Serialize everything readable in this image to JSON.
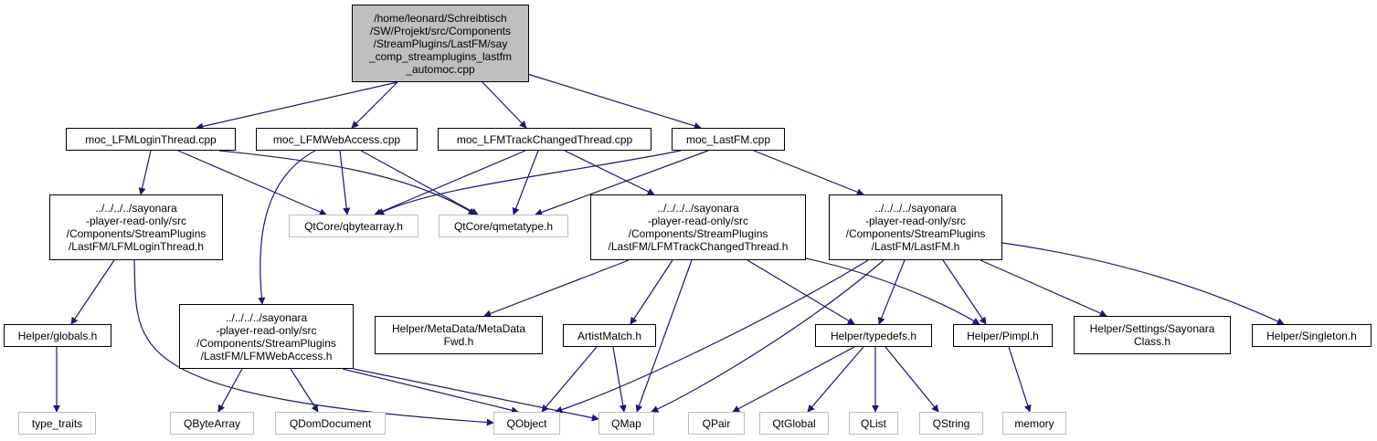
{
  "graph": {
    "colors": {
      "edge": "#191970",
      "node_border": "#000000",
      "external_border": "#bfbfbf",
      "root_fill": "#bfbfbf"
    },
    "nodes": {
      "root": "/home/leonard/Schreibtisch\n/SW/Projekt/src/Components\n/StreamPlugins/LastFM/say\n_comp_streamplugins_lastfm\n_automoc.cpp",
      "moc_login": "moc_LFMLoginThread.cpp",
      "moc_webaccess": "moc_LFMWebAccess.cpp",
      "moc_trackchanged": "moc_LFMTrackChangedThread.cpp",
      "moc_lastfm": "moc_LastFM.cpp",
      "login_h": "../../../../sayonara\n-player-read-only/src\n/Components/StreamPlugins\n/LastFM/LFMLoginThread.h",
      "qbytearray_h": "QtCore/qbytearray.h",
      "qmetatype_h": "QtCore/qmetatype.h",
      "trackchanged_h": "../../../../sayonara\n-player-read-only/src\n/Components/StreamPlugins\n/LastFM/LFMTrackChangedThread.h",
      "lastfm_h": "../../../../sayonara\n-player-read-only/src\n/Components/StreamPlugins\n/LastFM/LastFM.h",
      "globals_h": "Helper/globals.h",
      "webaccess_h": "../../../../sayonara\n-player-read-only/src\n/Components/StreamPlugins\n/LastFM/LFMWebAccess.h",
      "metadatafwd_h": "Helper/MetaData/MetaData\nFwd.h",
      "artistmatch_h": "ArtistMatch.h",
      "typedefs_h": "Helper/typedefs.h",
      "pimpl_h": "Helper/Pimpl.h",
      "sayonaraclass_h": "Helper/Settings/Sayonara\nClass.h",
      "singleton_h": "Helper/Singleton.h",
      "type_traits": "type_traits",
      "qbytearray": "QByteArray",
      "qdomdocument": "QDomDocument",
      "qobject": "QObject",
      "qmap": "QMap",
      "qpair": "QPair",
      "qtglobal": "QtGlobal",
      "qlist": "QList",
      "qstring": "QString",
      "memory": "memory"
    }
  }
}
